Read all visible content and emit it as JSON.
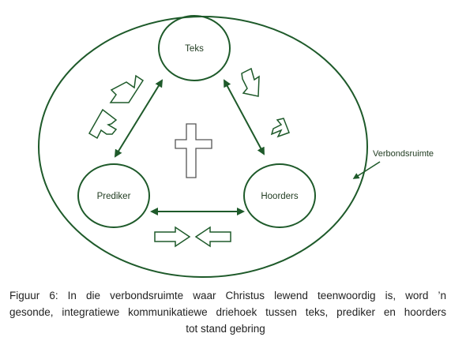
{
  "nodes": {
    "top": "Teks",
    "left": "Prediker",
    "right": "Hoorders"
  },
  "outer_label": "Verbondsruimte",
  "caption": {
    "line1": "Figuur 6: In die verbondsruimte waar Christus lewend teenwoordig is, word ’n",
    "line2": "gesonde,  integratiewe  kommunikatiewe  driehoek tussen teks, prediker en hoorders",
    "line3": "tot stand gebring"
  },
  "colors": {
    "stroke": "#1e5a2a",
    "text": "#222222"
  }
}
